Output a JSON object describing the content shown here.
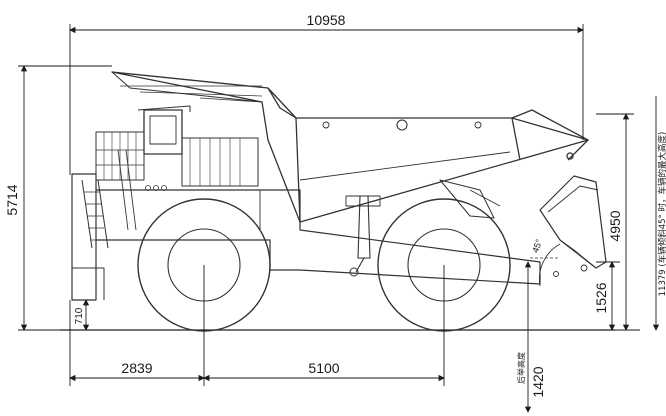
{
  "dimensions": {
    "overall_length": "10958",
    "overall_height": "5714",
    "front_overhang": "2839",
    "wheelbase": "5100",
    "dump_height_at_tip": "4950",
    "ground_to_pivot": "1526",
    "ground_clearance": "710",
    "rear_clearance": "1420",
    "dump_angle": "45°",
    "max_dump_height_note": "11379 (车辆倾斜45° 时，车辆的最大高度)",
    "rear_axle_label": "后举高度"
  }
}
